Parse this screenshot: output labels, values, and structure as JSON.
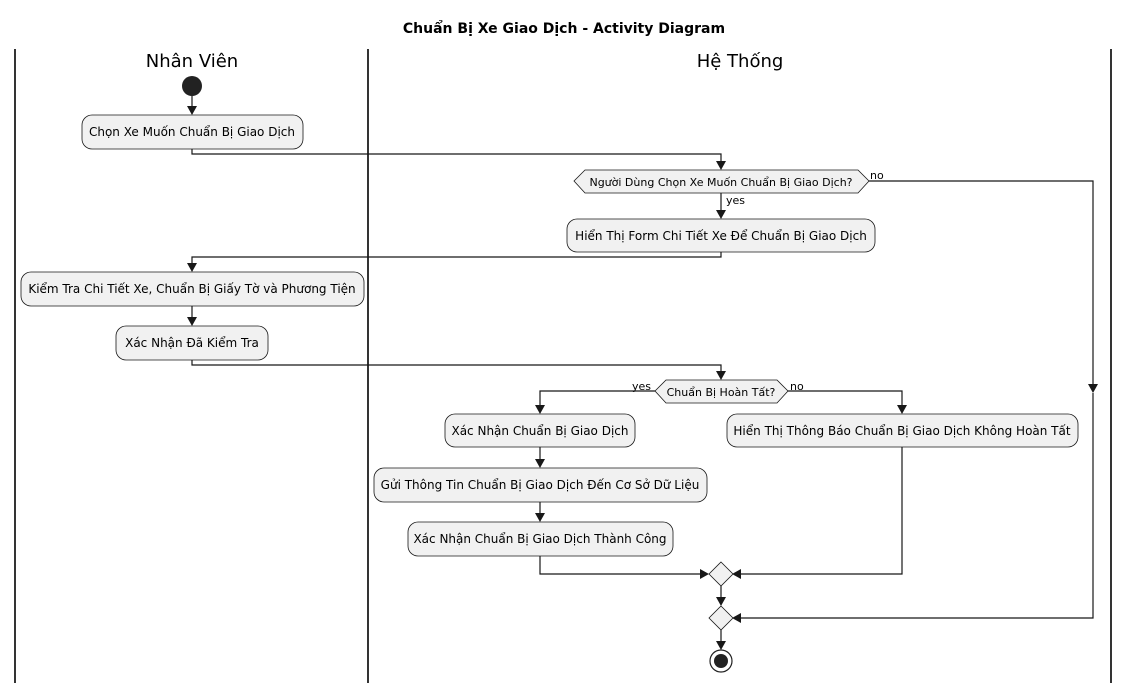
{
  "title": "Chuẩn Bị Xe Giao Dịch - Activity Diagram",
  "swimlanes": [
    "Nhân Viên",
    "Hệ Thống"
  ],
  "actions": {
    "select_vehicle": "Chọn Xe Muốn Chuẩn Bị Giao Dịch",
    "show_form": "Hiển Thị Form Chi Tiết Xe Để Chuẩn Bị Giao Dịch",
    "check_details": "Kiểm Tra Chi Tiết Xe, Chuẩn Bị Giấy Tờ và Phương Tiện",
    "confirm_checked": "Xác Nhận Đã Kiểm Tra",
    "confirm_prep": "Xác Nhận Chuẩn Bị Giao Dịch",
    "send_info": "Gửi Thông Tin Chuẩn Bị Giao Dịch Đến Cơ Sở Dữ Liệu",
    "confirm_success": "Xác Nhận Chuẩn Bị Giao Dịch Thành Công",
    "show_incomplete": "Hiển Thị Thông Báo Chuẩn Bị Giao Dịch Không Hoàn Tất"
  },
  "decisions": {
    "user_selected": "Người Dùng Chọn Xe Muốn Chuẩn Bị Giao Dịch?",
    "prep_complete": "Chuẩn Bị Hoàn Tất?"
  },
  "branch_labels": {
    "yes": "yes",
    "no": "no"
  }
}
